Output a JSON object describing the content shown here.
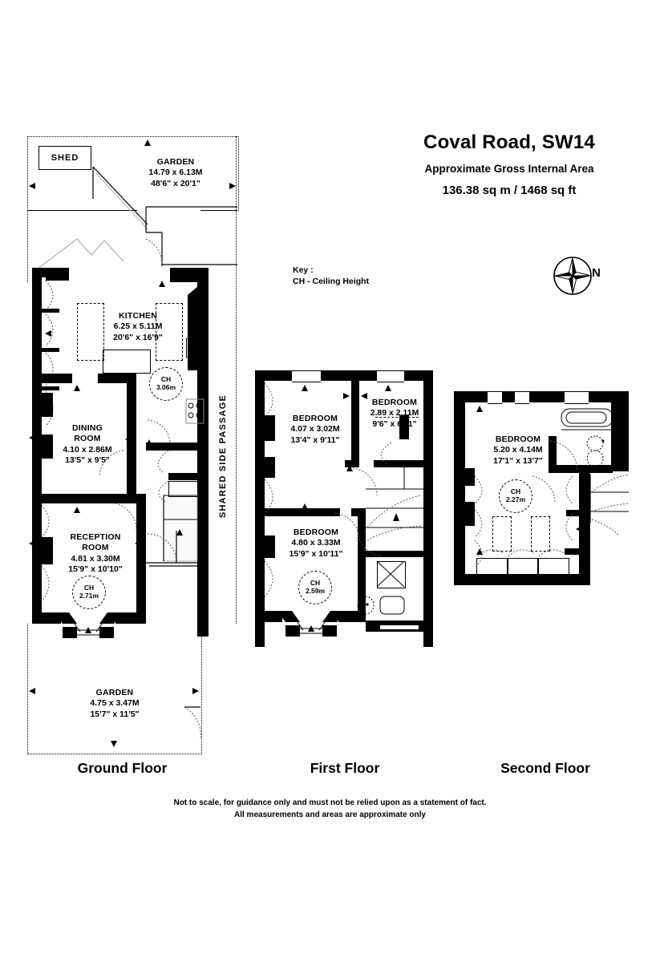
{
  "header": {
    "title": "Coval Road, SW14",
    "subtitle": "Approximate Gross Internal Area",
    "area": "136.38 sq m /  1468 sq ft"
  },
  "key": {
    "label": "Key :",
    "entry": "CH - Ceiling Height"
  },
  "compass": {
    "north_label": "N",
    "icon": "compass-rose-icon"
  },
  "floors": [
    {
      "id": "ground",
      "caption": "Ground Floor"
    },
    {
      "id": "first",
      "caption": "First Floor"
    },
    {
      "id": "second",
      "caption": "Second Floor"
    }
  ],
  "ground": {
    "shed": "SHED",
    "rear_garden": {
      "name": "GARDEN",
      "metric": "14.79 x 6.13M",
      "imperial": "48'6\" x 20'1\""
    },
    "kitchen": {
      "name": "KITCHEN",
      "metric": "6.25 x 5.11M",
      "imperial": "20'6\" x 16'9\"",
      "ch": "CH",
      "ch_value": "3.06m"
    },
    "dining": {
      "name": "DINING",
      "name2": "ROOM",
      "metric": "4.10 x 2.86M",
      "imperial": "13'5\" x 9'5\""
    },
    "reception": {
      "name": "RECEPTION",
      "name2": "ROOM",
      "metric": "4.81 x 3.30M",
      "imperial": "15'9\" x 10'10\"",
      "ch": "CH",
      "ch_value": "2.71m"
    },
    "front_garden": {
      "name": "GARDEN",
      "metric": "4.75 x 3.47M",
      "imperial": "15'7\" x 11'5\""
    },
    "side_passage": "SHARED SIDE PASSAGE"
  },
  "first": {
    "bedroom_rear": {
      "name": "BEDROOM",
      "metric": "4.07 x 3.02M",
      "imperial": "13'4\" x 9'11\""
    },
    "bedroom_small": {
      "name": "BEDROOM",
      "metric": "2.89 x 2.11M",
      "imperial": "9'6\" x 6'11\""
    },
    "bedroom_front": {
      "name": "BEDROOM",
      "metric": "4.80 x 3.33M",
      "imperial": "15'9\" x 10'11\"",
      "ch": "CH",
      "ch_value": "2.59m"
    }
  },
  "second": {
    "bedroom": {
      "name": "BEDROOM",
      "metric": "5.20 x 4.14M",
      "imperial": "17'1\" x 13'7\"",
      "ch": "CH",
      "ch_value": "2.27m"
    }
  },
  "footer": {
    "line1": "Not to scale, for guidance only and must not be relied upon as a statement of fact.",
    "line2": "All measurements and areas are approximate only"
  }
}
